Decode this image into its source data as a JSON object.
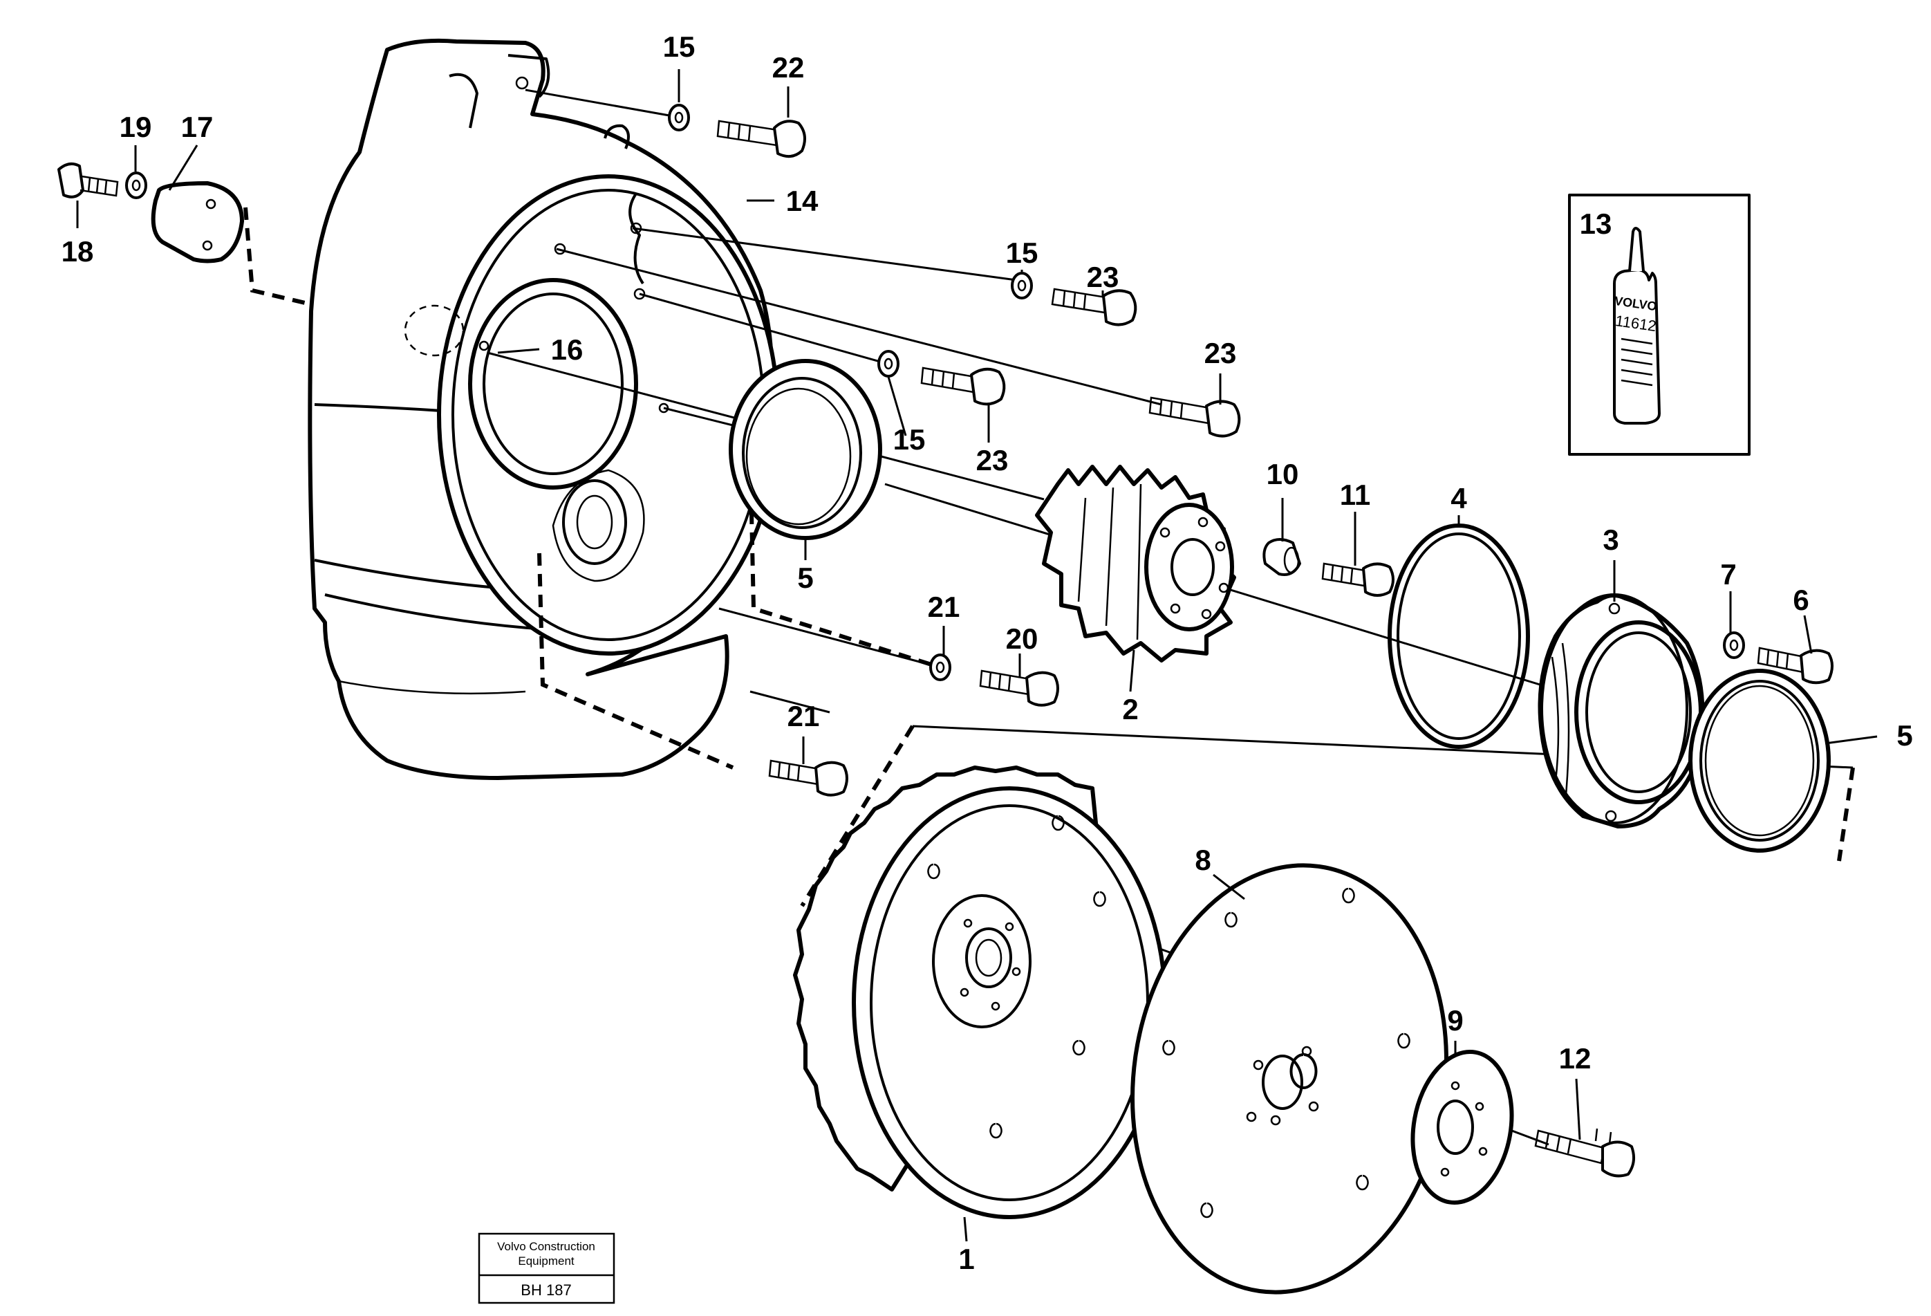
{
  "callouts": [
    {
      "id": "c15a",
      "label": "15"
    },
    {
      "id": "c22",
      "label": "22"
    },
    {
      "id": "c19",
      "label": "19"
    },
    {
      "id": "c17",
      "label": "17"
    },
    {
      "id": "c18",
      "label": "18"
    },
    {
      "id": "c14",
      "label": "14"
    },
    {
      "id": "c15b",
      "label": "15"
    },
    {
      "id": "c23a",
      "label": "23"
    },
    {
      "id": "c23b",
      "label": "23"
    },
    {
      "id": "c16",
      "label": "16"
    },
    {
      "id": "c15c",
      "label": "15"
    },
    {
      "id": "c23c",
      "label": "23"
    },
    {
      "id": "c5a",
      "label": "5"
    },
    {
      "id": "c10",
      "label": "10"
    },
    {
      "id": "c11",
      "label": "11"
    },
    {
      "id": "c4",
      "label": "4"
    },
    {
      "id": "c3",
      "label": "3"
    },
    {
      "id": "c7",
      "label": "7"
    },
    {
      "id": "c6",
      "label": "6"
    },
    {
      "id": "c5b",
      "label": "5"
    },
    {
      "id": "c21a",
      "label": "21"
    },
    {
      "id": "c20",
      "label": "20"
    },
    {
      "id": "c2",
      "label": "2"
    },
    {
      "id": "c21b",
      "label": "21"
    },
    {
      "id": "c8",
      "label": "8"
    },
    {
      "id": "c9",
      "label": "9"
    },
    {
      "id": "c12",
      "label": "12"
    },
    {
      "id": "c1",
      "label": "1"
    },
    {
      "id": "c13",
      "label": "13"
    }
  ],
  "sealant": {
    "brand": "VOLVO",
    "code": "11612"
  },
  "stamp": {
    "line1": "Volvo Construction",
    "line2": "Equipment",
    "ref": "BH 187"
  }
}
